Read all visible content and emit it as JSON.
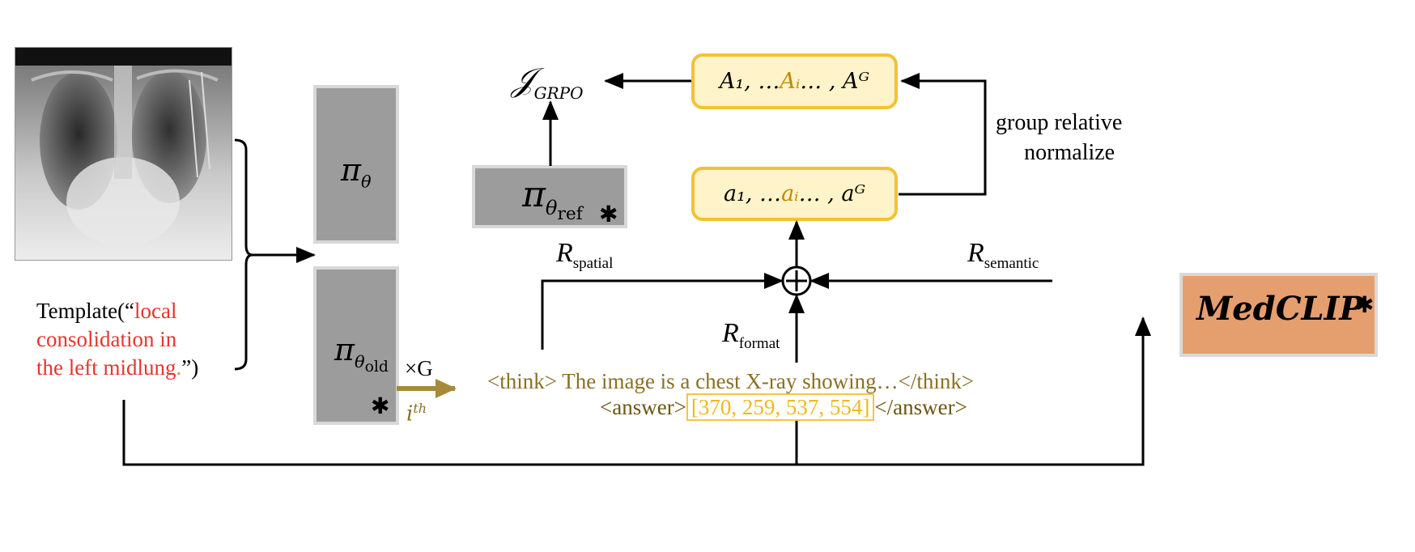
{
  "colors": {
    "arrow": "#000000",
    "gold_arrow": "#a6893a",
    "gray_block": "#9c9c9c",
    "yellow_fill": "#fff3c9",
    "yellow_border": "#f2c233",
    "medclip_fill": "#e59e6e",
    "red_text": "#e53530",
    "olive_text": "#8a7024"
  },
  "input": {
    "image_label": "chest X-ray",
    "template_prefix": "Template(“",
    "template_query_line1": "local",
    "template_query_line2": "consolidation in",
    "template_query_line3": "the left midlung",
    "template_period": ".",
    "template_suffix": "”)"
  },
  "policy": {
    "pi": "π",
    "theta": "θ",
    "old": "old",
    "ref": "ref",
    "times_g": "×G",
    "ith_base": "i",
    "ith_sup": "th",
    "frozen_marker": "✱"
  },
  "objective": {
    "symbol": "𝒥",
    "subscript": "GRPO"
  },
  "advantages": {
    "A_prefix": "A₁, … ",
    "A_highlight": "Aᵢ",
    "A_suffix": " … , Aᴳ",
    "a_prefix": "a₁, … ",
    "a_highlight": "aᵢ",
    "a_suffix": " … , aᴳ"
  },
  "normalize_line1": "group relative",
  "normalize_line2": "normalize",
  "rewards": {
    "R": "R",
    "spatial": "spatial",
    "semantic": "semantic",
    "format": "format",
    "sum_symbol": "+"
  },
  "medclip": {
    "label": "MedCLIP"
  },
  "output": {
    "think_open": "<think>",
    "think_content": " The image is a chest X-ray showing…",
    "think_close": "</think>",
    "answer_open": "<answer>",
    "answer_coords": "[370, 259, 537, 554]",
    "answer_close": "</answer>"
  }
}
